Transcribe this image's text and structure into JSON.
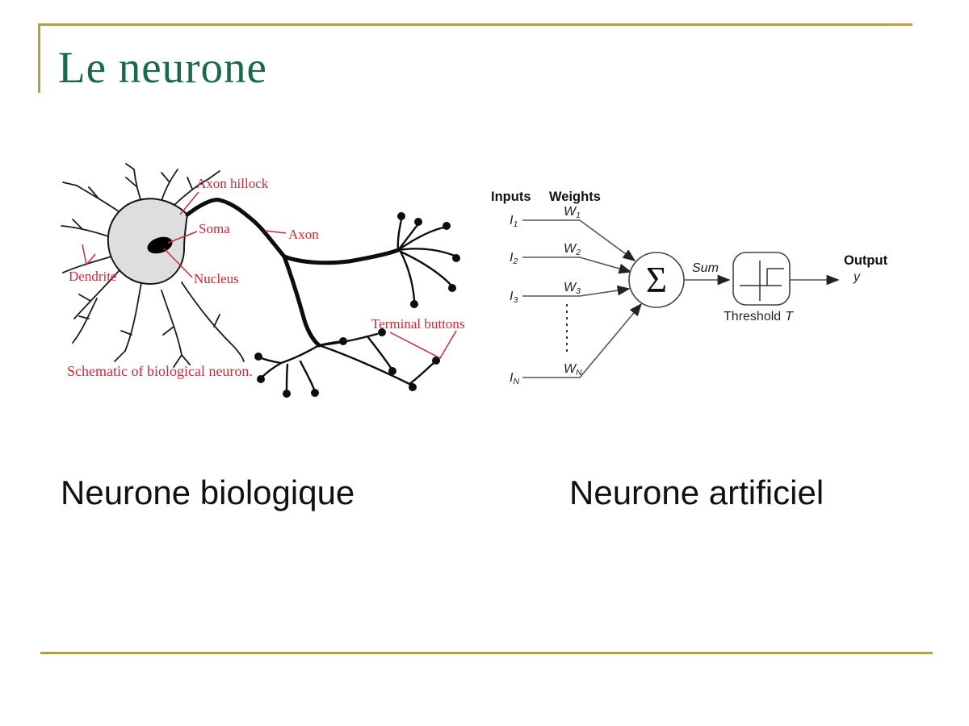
{
  "slide": {
    "title": "Le neurone",
    "captions": {
      "left": "Neurone biologique",
      "right": "Neurone artificiel"
    },
    "colors": {
      "title_green": "#186b4a",
      "accent_gold": "#b5a13c",
      "accent_gold_cap": "#cf9a3e",
      "label_red": "#cc2a36"
    }
  },
  "bio": {
    "labels": {
      "axon_hillock": "Axon hillock",
      "soma": "Soma",
      "axon": "Axon",
      "dendrite": "Dendrite",
      "nucleus": "Nucleus",
      "terminal_buttons": "Terminal buttons"
    },
    "caption": "Schematic of biological neuron."
  },
  "ann": {
    "headers": {
      "inputs": "Inputs",
      "weights": "Weights"
    },
    "rows": [
      {
        "input": "I",
        "input_sub": "1",
        "weight": "W",
        "weight_sub": "1"
      },
      {
        "input": "I",
        "input_sub": "2",
        "weight": "W",
        "weight_sub": "2"
      },
      {
        "input": "I",
        "input_sub": "3",
        "weight": "W",
        "weight_sub": "3"
      },
      {
        "input": "I",
        "input_sub": "N",
        "weight": "W",
        "weight_sub": "N"
      }
    ],
    "sum_symbol": "Σ",
    "sum_label": "Sum",
    "threshold_label": "Threshold",
    "threshold_var": "T",
    "output_label": "Output",
    "output_var": "y"
  }
}
